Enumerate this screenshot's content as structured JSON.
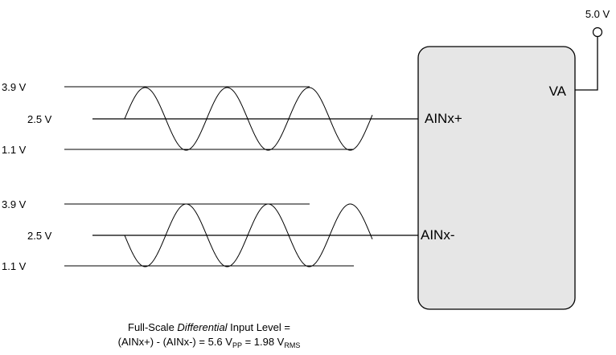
{
  "supply": {
    "voltage": "5.0 V",
    "pin": "VA"
  },
  "top_signal": {
    "levels": {
      "high": "3.9 V",
      "mid": "2.5 V",
      "low": "1.1 V"
    },
    "pin": "AINx+"
  },
  "bottom_signal": {
    "levels": {
      "high": "3.9 V",
      "mid": "2.5 V",
      "low": "1.1 V"
    },
    "pin": "AINx-"
  },
  "caption": {
    "line1": {
      "prefix": "Full-Scale ",
      "emphasis": "Differential",
      "suffix": " Input Level ="
    },
    "line2": {
      "part1": "(AINx+) - (AINx-) = 5.6 V",
      "sub1": "PP",
      "part2": " = 1.98 V",
      "sub2": "RMS"
    }
  },
  "colors": {
    "device_fill": "#e6e6e6",
    "ink": "#000000",
    "background": "#ffffff"
  }
}
